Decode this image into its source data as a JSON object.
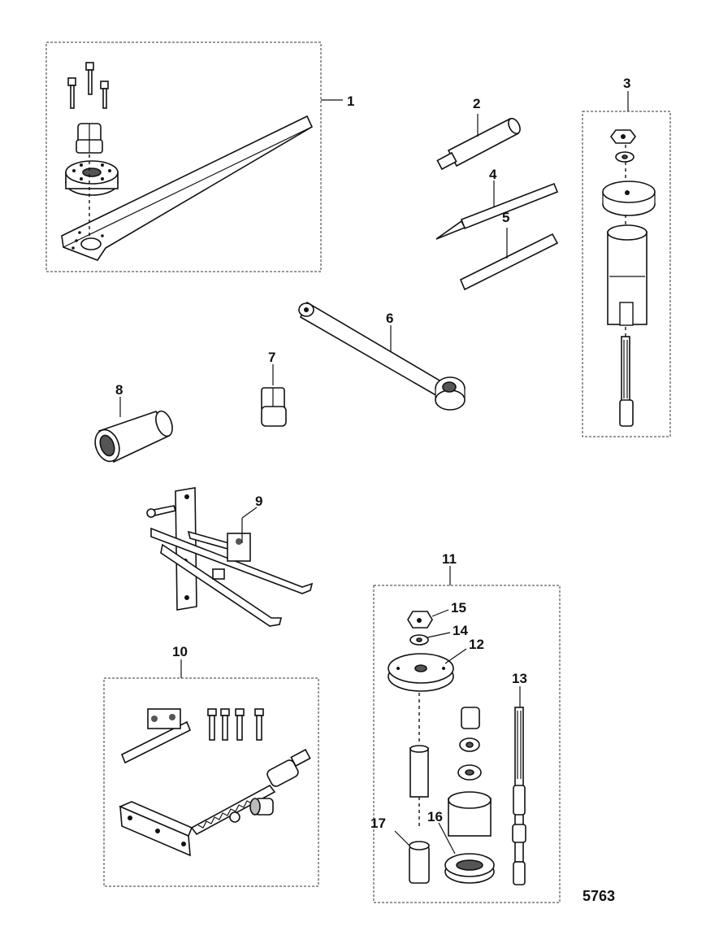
{
  "callouts": {
    "c1": "1",
    "c2": "2",
    "c3": "3",
    "c4": "4",
    "c5": "5",
    "c6": "6",
    "c7": "7",
    "c8": "8",
    "c9": "9",
    "c10": "10",
    "c11": "11",
    "c12": "12",
    "c13": "13",
    "c14": "14",
    "c15": "15",
    "c16": "16",
    "c17": "17"
  },
  "figure_number": "5763"
}
